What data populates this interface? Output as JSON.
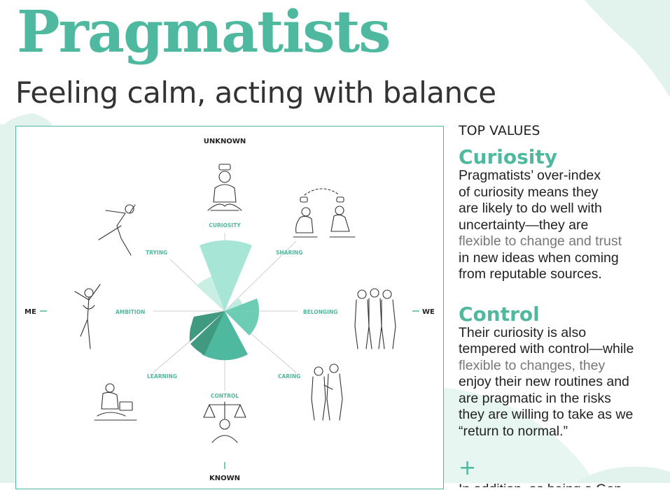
{
  "header": {
    "title": "Pragmatists",
    "subtitle": "Feeling calm, acting with balance"
  },
  "diagram": {
    "axes": {
      "top": "UNKNOWN",
      "bottom": "KNOWN",
      "left": "ME",
      "right": "WE"
    },
    "values": {
      "curiosity": "CURIOSITY",
      "sharing": "SHARING",
      "belonging": "BELONGING",
      "caring": "CARING",
      "control": "CONTROL",
      "learning": "LEARNING",
      "ambition": "AMBITION",
      "trying": "TRYING"
    },
    "colors": {
      "accent": "#4fb9a0",
      "light": "#a7e6d6",
      "lighter": "#c9efe4",
      "mid": "#6ccdb4",
      "dark": "#3f9a80"
    }
  },
  "sidebar": {
    "heading": "TOP VALUES",
    "values": [
      {
        "title": "Curiosity",
        "lines": [
          "Pragmatists’ over-index",
          "of curiosity means they",
          "are likely to do well with",
          "uncertainty—they are",
          "flexible to change and trust",
          "in new ideas when coming",
          "from reputable sources."
        ]
      },
      {
        "title": "Control",
        "lines": [
          "Their curiosity is also",
          "tempered with control—while",
          "flexible to changes, they",
          "enjoy their new routines and",
          "are pragmatic in the risks",
          "they are willing to take as we",
          "“return to normal.”"
        ]
      }
    ],
    "plus": "+",
    "cutoff_text": "In addition, as being a Gen"
  }
}
